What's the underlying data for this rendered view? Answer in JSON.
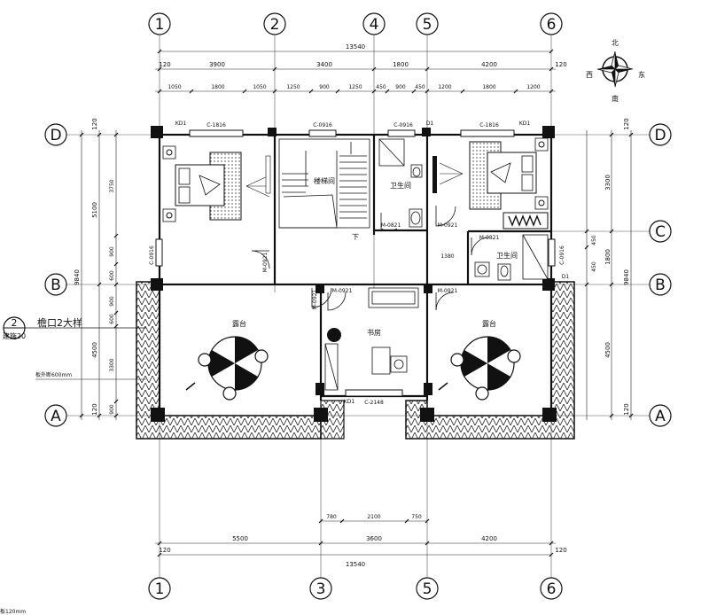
{
  "axes": {
    "top": [
      "1",
      "2",
      "4",
      "5",
      "6"
    ],
    "bottom": [
      "1",
      "3",
      "5",
      "6"
    ],
    "left": [
      "D",
      "B",
      "A"
    ],
    "right": [
      "D",
      "C",
      "B",
      "A"
    ]
  },
  "top_dims": {
    "total": "13540",
    "edge_left": "120",
    "edge_right": "120",
    "spans": [
      "3900",
      "3400",
      "1800",
      "4200"
    ],
    "sub": [
      "1050",
      "1800",
      "1050",
      "1250",
      "900",
      "1250",
      "450",
      "900",
      "450",
      "1200",
      "1800",
      "1200"
    ]
  },
  "bottom_dims": {
    "total": "13540",
    "edge_left": "120",
    "edge_right": "120",
    "spans": [
      "5500",
      "3600",
      "4200"
    ],
    "sub": [
      "780",
      "2100",
      "750"
    ]
  },
  "left_dims": {
    "total": "9840",
    "spans": [
      "5100",
      "4500"
    ],
    "edge_top": "120",
    "edge_bottom": "120",
    "sub": [
      "3750",
      "900",
      "600",
      "900",
      "600",
      "3300",
      "900"
    ]
  },
  "right_dims": {
    "total": "9840",
    "spans": [
      "3300",
      "1800",
      "4500"
    ],
    "edge_top": "120",
    "edge_bottom": "120",
    "sub": [
      "450",
      "450"
    ]
  },
  "compass": {
    "north": "北",
    "south": "南",
    "east": "东",
    "west": "西"
  },
  "rooms": {
    "stair": "楼梯间",
    "bath1": "卫生间",
    "bath2": "卫生间",
    "study": "书房",
    "terrace_left": "露台",
    "terrace_right": "露台",
    "down": "下"
  },
  "windows": {
    "c1816_left": "C-1816",
    "c0916_top": "C-0916",
    "c0916_bath": "C-0916",
    "c1816_right": "C-1816",
    "c0916_left_wall": "C-0916",
    "c0916_right_wall": "C-0916",
    "c2148": "C-2148"
  },
  "doors": {
    "kd1_a": "KD1",
    "kd1_b": "KD1",
    "d1_a": "D1",
    "d1_b": "D1",
    "kd1_c": "KD1",
    "m0921_bed1": "M-0921",
    "m0821_bath1": "M-0821",
    "m0921_bath": "M-0921",
    "m0821_bath2": "M-0821",
    "m0921_terrace_l": "M-0921",
    "m0921_study": "M-0921",
    "m0921_terrace_r": "M-0921"
  },
  "annotations": {
    "callout_num": "2",
    "callout_ref": "建施20",
    "callout_text": "檐口2大样",
    "side_note": "板外断600mm",
    "corner_note": "板120mm"
  }
}
